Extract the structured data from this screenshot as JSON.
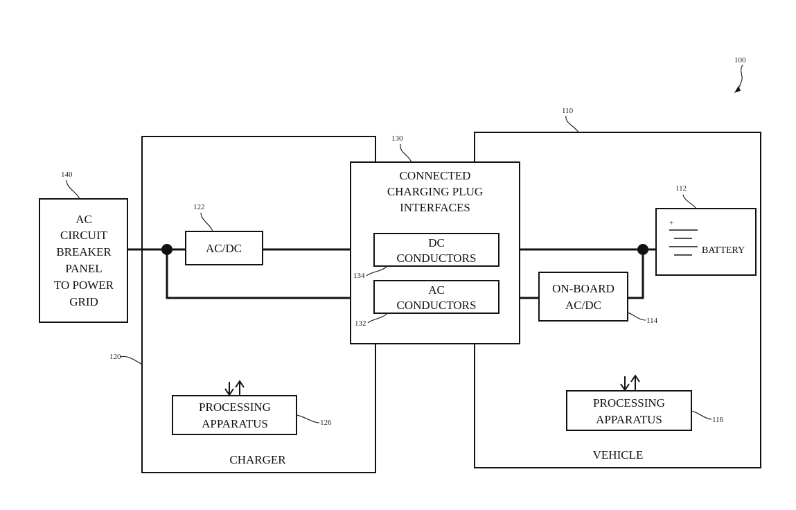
{
  "figure": {
    "reference": "100",
    "colors": {
      "line": "#111111",
      "background": "#ffffff"
    }
  },
  "blocks": {
    "grid_panel": {
      "ref": "140",
      "lines": [
        "AC",
        "CIRCUIT",
        "BREAKER",
        "PANEL",
        "TO POWER",
        "GRID"
      ]
    },
    "charger": {
      "ref": "120",
      "title": "CHARGER"
    },
    "charger_acdc": {
      "ref": "122",
      "lines": [
        "AC/DC"
      ]
    },
    "charger_processing": {
      "ref": "126",
      "lines": [
        "PROCESSING",
        "APPARATUS"
      ]
    },
    "plug_interfaces": {
      "ref": "130",
      "lines": [
        "CONNECTED",
        "CHARGING PLUG",
        "INTERFACES"
      ]
    },
    "dc_conductors": {
      "ref": "134",
      "lines": [
        "DC",
        "CONDUCTORS"
      ]
    },
    "ac_conductors": {
      "ref": "132",
      "lines": [
        "AC",
        "CONDUCTORS"
      ]
    },
    "vehicle": {
      "ref": "110",
      "title": "VEHICLE"
    },
    "battery": {
      "ref": "112",
      "label": "BATTERY",
      "plus": "+"
    },
    "onboard_acdc": {
      "ref": "114",
      "lines": [
        "ON-BOARD",
        "AC/DC"
      ]
    },
    "vehicle_processing": {
      "ref": "116",
      "lines": [
        "PROCESSING",
        "APPARATUS"
      ]
    }
  }
}
